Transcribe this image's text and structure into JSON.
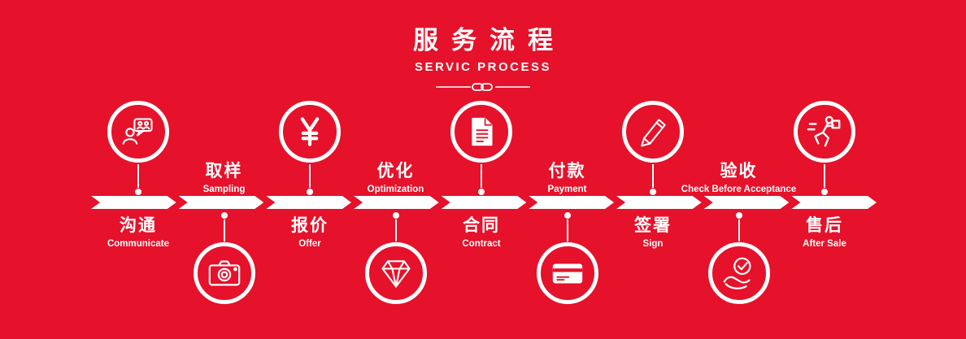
{
  "page": {
    "bg_color": "#e6112a",
    "fg_color": "#ffffff"
  },
  "header": {
    "title": "服务流程",
    "subtitle": "SERVIC PROCESS"
  },
  "steps": [
    {
      "zh": "沟通",
      "en": "Communicate",
      "icon": "people-chat-icon",
      "position": "icon-top"
    },
    {
      "zh": "取样",
      "en": "Sampling",
      "icon": "camera-icon",
      "position": "icon-bottom"
    },
    {
      "zh": "报价",
      "en": "Offer",
      "icon": "yuan-icon",
      "position": "icon-top"
    },
    {
      "zh": "优化",
      "en": "Optimization",
      "icon": "diamond-icon",
      "position": "icon-bottom"
    },
    {
      "zh": "合同",
      "en": "Contract",
      "icon": "document-icon",
      "position": "icon-top"
    },
    {
      "zh": "付款",
      "en": "Payment",
      "icon": "credit-card-icon",
      "position": "icon-bottom"
    },
    {
      "zh": "签署",
      "en": "Sign",
      "icon": "pencil-icon",
      "position": "icon-top"
    },
    {
      "zh": "验收",
      "en": "Check Before Acceptance",
      "icon": "hand-check-icon",
      "position": "icon-bottom"
    },
    {
      "zh": "售后",
      "en": "After Sale",
      "icon": "delivery-icon",
      "position": "icon-top"
    }
  ]
}
